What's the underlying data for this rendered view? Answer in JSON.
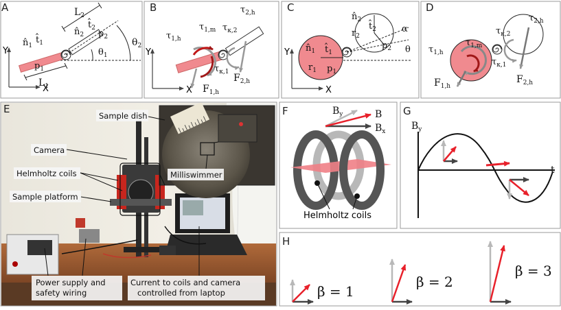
{
  "panels": {
    "A": {
      "letter": "A",
      "axis_y": "Y",
      "axis_x": "X",
      "labels": {
        "L2": "L",
        "L2_sub": "2",
        "n2": "n̂",
        "n2_sub": "2",
        "t2": "t̂",
        "t2_sub": "2",
        "p2": "p",
        "p2_sub": "2",
        "theta2": "θ",
        "theta2_sub": "2",
        "n1": "n̂",
        "n1_sub": "1",
        "t1": "t̂",
        "t1_sub": "1",
        "theta1": "θ",
        "theta1_sub": "1",
        "p1": "p",
        "p1_sub": "1",
        "L1": "L",
        "L1_sub": "1"
      }
    },
    "B": {
      "letter": "B",
      "axis_y": "Y",
      "axis_x": "X",
      "labels": {
        "tau2h": "τ",
        "tau2h_sub": "2,h",
        "tau1m": "τ",
        "tau1m_sub": "1,m",
        "tauk2": "τ",
        "tauk2_sub": "κ,2",
        "tau1h": "τ",
        "tau1h_sub": "1,h",
        "tauk1": "τ",
        "tauk1_sub": "κ,1",
        "F2h": "F",
        "F2h_sub": "2,h",
        "F1h": "F",
        "F1h_sub": "1,h"
      }
    },
    "C": {
      "letter": "C",
      "axis_y": "Y",
      "axis_x": "X",
      "labels": {
        "n2": "n̂",
        "n2_sub": "2",
        "t2": "t̂",
        "t2_sub": "2",
        "r2": "r",
        "r2_sub": "2",
        "alpha": "α",
        "p2": "p",
        "p2_sub": "2",
        "theta": "θ",
        "n1": "n̂",
        "n1_sub": "1",
        "t1": "t̂",
        "t1_sub": "1",
        "r1": "r",
        "r1_sub": "1",
        "p1": "p",
        "p1_sub": "1"
      }
    },
    "D": {
      "letter": "D",
      "labels": {
        "tau2h": "τ",
        "tau2h_sub": "2,h",
        "tauk2": "τ",
        "tauk2_sub": "κ,2",
        "tau1h": "τ",
        "tau1h_sub": "1,h",
        "tau1m": "τ",
        "tau1m_sub": "1,m",
        "tauk1": "τ",
        "tauk1_sub": "κ,1",
        "F1h": "F",
        "F1h_sub": "1,h",
        "F2h": "F",
        "F2h_sub": "2,h"
      }
    },
    "E": {
      "letter": "E",
      "labels": {
        "sample_dish": "Sample dish",
        "camera": "Camera",
        "helmholtz": "Helmholtz coils",
        "platform": "Sample platform",
        "milliswimmer": "Milliswimmer",
        "power_line1": "Power supply and",
        "power_line2": "safety wiring",
        "current_line1": "Current to coils and camera",
        "current_line2": "controlled from laptop"
      }
    },
    "F": {
      "letter": "F",
      "labels": {
        "By": "B",
        "By_sub": "y",
        "B": "B",
        "Bx": "B",
        "Bx_sub": "x",
        "coils": "Helmholtz coils"
      }
    },
    "G": {
      "letter": "G",
      "labels": {
        "By": "B",
        "By_sub": "y",
        "t": "t"
      }
    },
    "H": {
      "letter": "H",
      "labels": {
        "beta1": "β = 1",
        "beta2": "β = 2",
        "beta3": "β = 3"
      }
    }
  },
  "colors": {
    "red": "#e8202a",
    "pink": "#f08a8f",
    "dark_gray": "#444444",
    "light_gray": "#b8b8b8",
    "border": "#9a9a9a"
  }
}
